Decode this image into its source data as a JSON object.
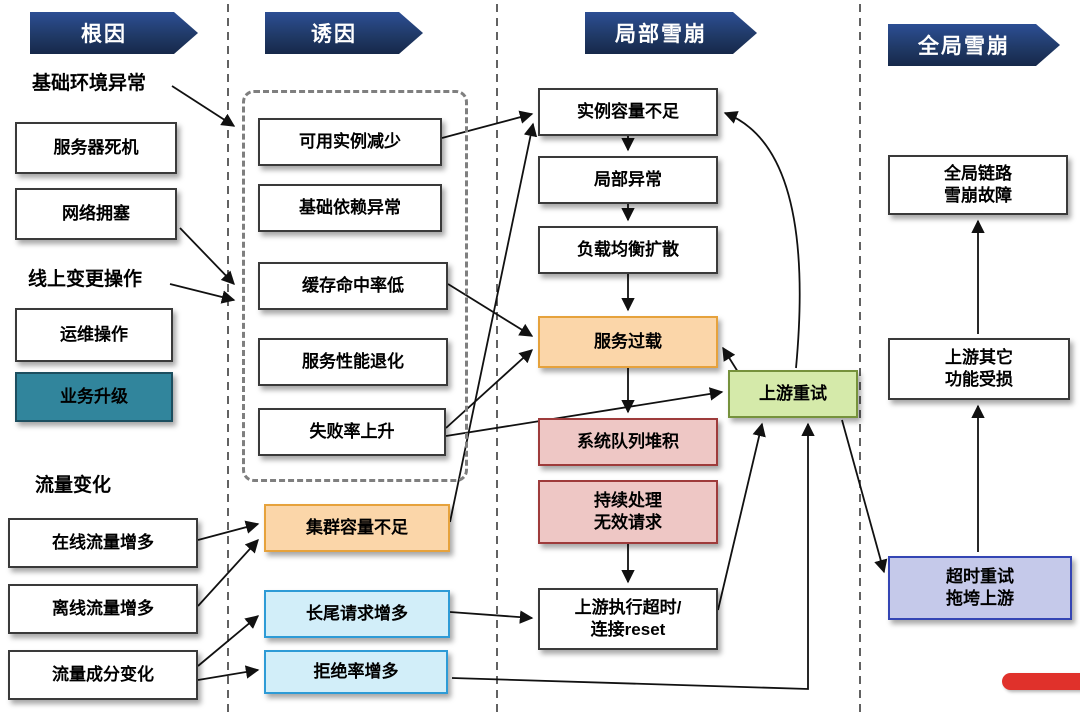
{
  "headers": {
    "root_cause": "根因",
    "trigger": "诱因",
    "local_avalanche": "局部雪崩",
    "global_avalanche": "全局雪崩"
  },
  "root_cause": {
    "group_env": "基础环境异常",
    "server_down": "服务器死机",
    "network_congestion": "网络拥塞",
    "group_change": "线上变更操作",
    "ops_operation": "运维操作",
    "business_upgrade": "业务升级",
    "group_traffic": "流量变化",
    "online_traffic_up": "在线流量增多",
    "offline_traffic_up": "离线流量增多",
    "traffic_mix_change": "流量成分变化"
  },
  "trigger": {
    "available_instances_down": "可用实例减少",
    "base_dependency_error": "基础依赖异常",
    "cache_hit_low": "缓存命中率低",
    "perf_degradation": "服务性能退化",
    "failure_rate_up": "失败率上升",
    "cluster_capacity_low": "集群容量不足",
    "long_tail_up": "长尾请求增多",
    "reject_rate_up": "拒绝率增多"
  },
  "local": {
    "instance_capacity_low": "实例容量不足",
    "local_anomaly": "局部异常",
    "lb_spread": "负载均衡扩散",
    "service_overload": "服务过载",
    "queue_backlog": "系统队列堆积",
    "invalid_requests": "持续处理\n无效请求",
    "upstream_timeout": "上游执行超时/\n连接reset",
    "upstream_retry": "上游重试"
  },
  "global": {
    "global_chain_failure": "全局链路\n雪崩故障",
    "upstream_other_impact": "上游其它\n功能受损",
    "timeout_retry_drag": "超时重试\n拖垮上游"
  },
  "colors": {
    "banner": "#1f3864",
    "teal_fill": "#31859c",
    "orange_fill": "#fbd6a9",
    "orange_border": "#e6a23c",
    "cyan_fill": "#d2eef9",
    "cyan_border": "#2e9bd6",
    "pink_fill": "#eec7c5",
    "pink_border": "#9e3b3b",
    "green_fill": "#d5eaaa",
    "green_border": "#76923c",
    "purple_fill": "#c5c9ea",
    "purple_border": "#3445b4",
    "red_bar": "#e0312b"
  }
}
